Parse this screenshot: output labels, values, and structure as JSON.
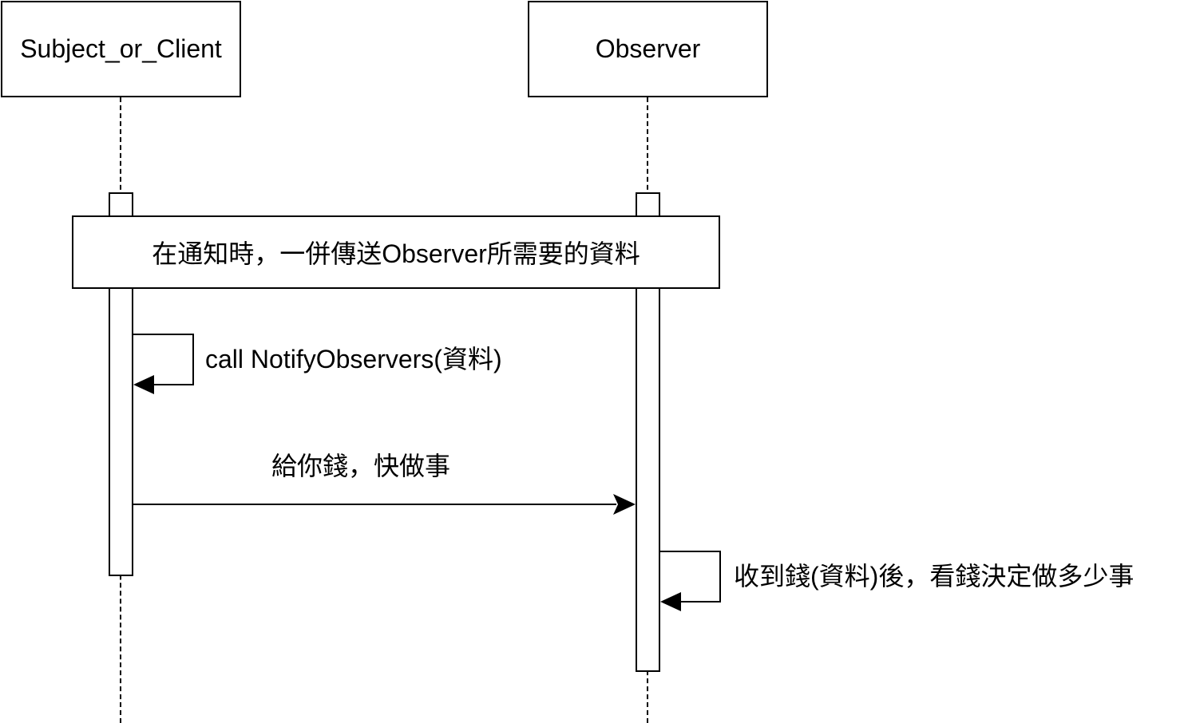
{
  "participants": [
    {
      "name": "Subject_or_Client"
    },
    {
      "name": "Observer"
    }
  ],
  "note": {
    "text": "在通知時，一併傳送Observer所需要的資料"
  },
  "messages": [
    {
      "label": "call NotifyObservers(資料)",
      "from": "Subject_or_Client",
      "to": "Subject_or_Client",
      "type": "self"
    },
    {
      "label": "給你錢，快做事",
      "from": "Subject_or_Client",
      "to": "Observer",
      "type": "sync"
    },
    {
      "label": "收到錢(資料)後，看錢決定做多少事",
      "from": "Observer",
      "to": "Observer",
      "type": "self"
    }
  ]
}
